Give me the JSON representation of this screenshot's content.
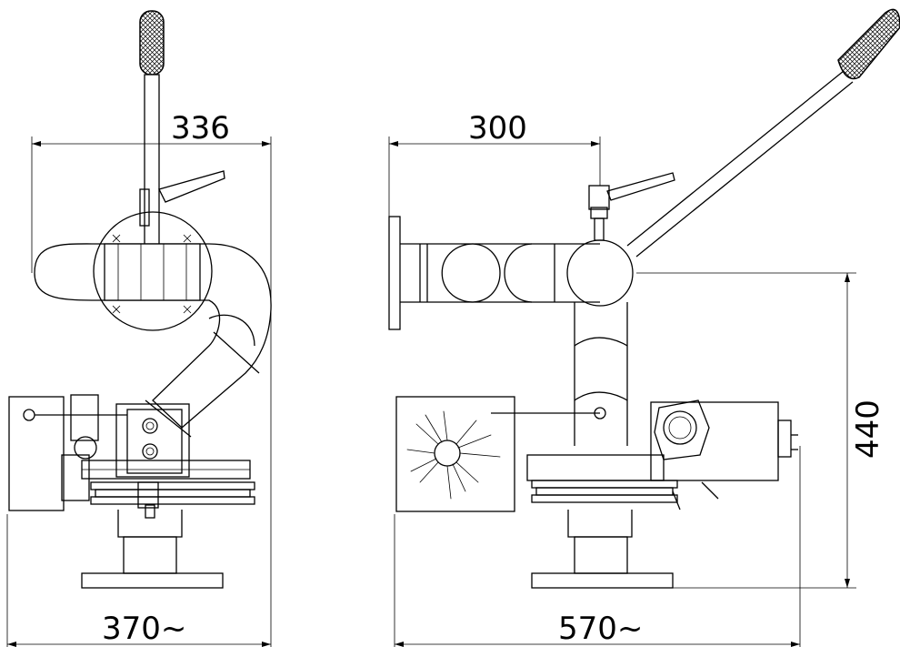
{
  "colors": {
    "line": "#000000",
    "background": "#ffffff"
  },
  "front_view": {
    "width_label": "336",
    "overall_width_label": "370~"
  },
  "side_view": {
    "arm_length_label": "300",
    "overall_length_label": "570~",
    "height_label": "440"
  }
}
